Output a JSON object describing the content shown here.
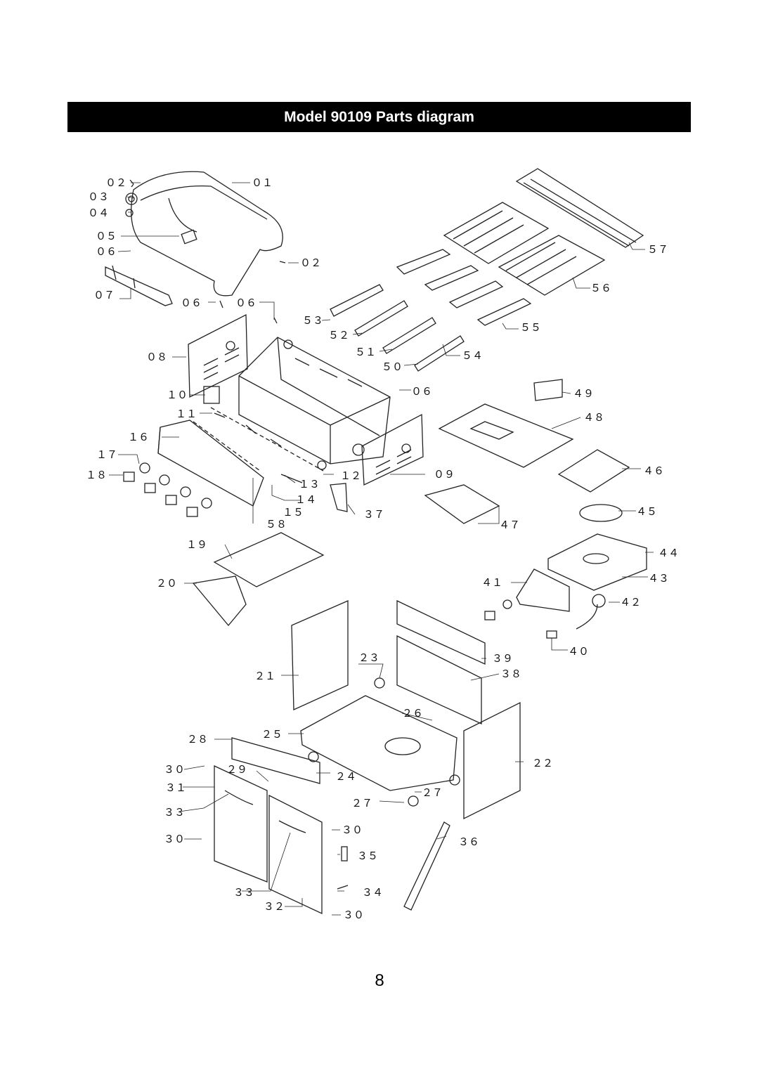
{
  "title": "Model  90109 Parts diagram",
  "page_number": "8",
  "part_labels": [
    "０２",
    "０３",
    "０４",
    "０５",
    "０６",
    "０７",
    "０１",
    "０２",
    "０６",
    "０６",
    "０８",
    "１０",
    "１１",
    "１６",
    "１７",
    "１８",
    "５３",
    "５２",
    "５１",
    "５０",
    "０６",
    "１２",
    "１３",
    "１４",
    "１５",
    "５８",
    "３７",
    "０９",
    "１９",
    "２０",
    "５７",
    "５６",
    "５５",
    "５４",
    "４９",
    "４８",
    "４６",
    "４７",
    "４５",
    "４４",
    "４３",
    "４１",
    "４２",
    "４０",
    "３９",
    "３８",
    "２３",
    "２１",
    "２６",
    "２５",
    "２８",
    "２２",
    "２９",
    "２４",
    "３０",
    "３１",
    "２７",
    "２７",
    "３３",
    "３０",
    "３０",
    "３５",
    "３６",
    "３４",
    "３３",
    "３２",
    "３０"
  ]
}
